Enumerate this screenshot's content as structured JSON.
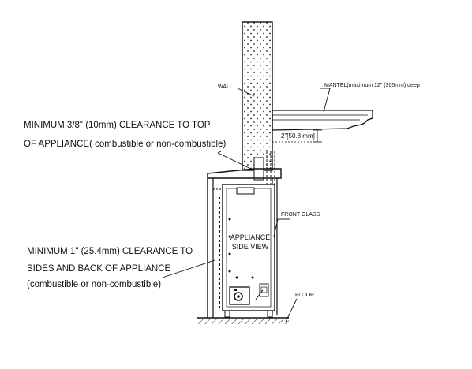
{
  "labels": {
    "wall": "WALL",
    "mantel": "MANTEL(maximum 12\" (305mm) deep",
    "top_clearance_line1": "MINIMUM 3/8\" (10mm) CLEARANCE TO TOP",
    "top_clearance_line2": "OF APPLIANCE( combustible or non-combustible)",
    "mantel_gap": "2\"[50.8 mm]",
    "front_glass": "FRONT GLASS",
    "appliance_line1": "APPLIANCE",
    "appliance_line2": "SIDE VIEW",
    "side_clearance_line1": "MINIMUM 1\" (25.4mm) CLEARANCE TO",
    "side_clearance_line2": "SIDES AND BACK OF APPLIANCE",
    "side_clearance_line3": "(combustible or non-combustible)",
    "floor": "FLOOR"
  }
}
